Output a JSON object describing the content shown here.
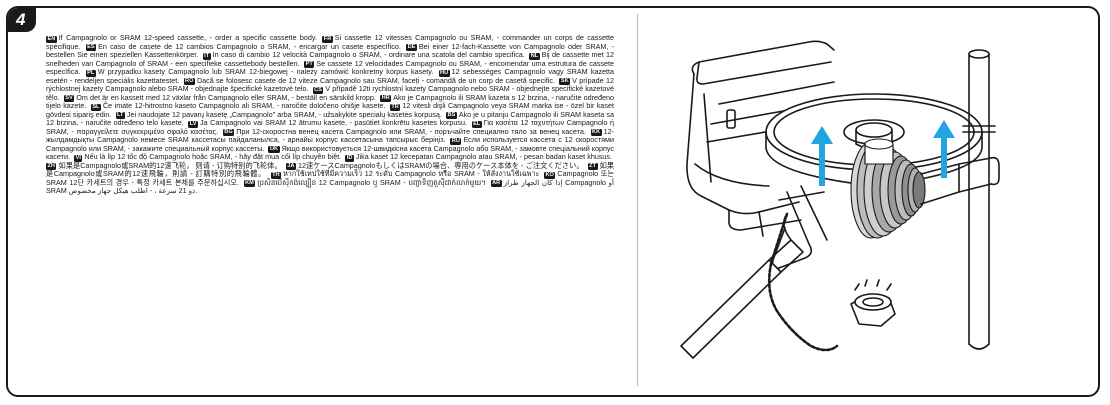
{
  "page": {
    "step_number": "4"
  },
  "instructions": [
    {
      "code": "EN",
      "text": "If Campagnolo or SRAM 12-speed cassette, - order a specific cassette body."
    },
    {
      "code": "FR",
      "text": "Si cassette 12 vitesses Campagnolo ou SRAM, - commander un corps de cassette spécifique."
    },
    {
      "code": "ES",
      "text": "En caso de casete de 12 cambios Campagnolo o SRAM, - encargar un casete específico."
    },
    {
      "code": "DE",
      "text": "Bei einer 12-fach-Kassette von Campagnolo oder SRAM, - bestellen Sie einen speziellen Kassettenkörper."
    },
    {
      "code": "IT",
      "text": "In caso di cambio 12 velocità Campagnolo o SRAM, - ordinare una scatola del cambio specifica."
    },
    {
      "code": "NL",
      "text": "Bij de cassette met 12 snelheden van Campagnolo of SRAM - een specifieke cassettebody bestellen."
    },
    {
      "code": "PT",
      "text": "Se cassete 12 velocidades Campagnolo ou SRAM, - encomendar uma estrutura de cassete específica."
    },
    {
      "code": "PL",
      "text": "W przypadku kasety Campagnolo lub SRAM 12-biegowej - należy zamówić konkretny korpus kasety."
    },
    {
      "code": "HU",
      "text": "12 sebességes Campagnolo vagy SRAM kazetta esetén - rendeljen speciális kazettatestet."
    },
    {
      "code": "RO",
      "text": "Dacă se folosesc casete de 12 viteze Campagnolo sau SRAM, faceți - comandă de un corp de casetă specific."
    },
    {
      "code": "SK",
      "text": "V prípade 12 rýchlostnej kazety Campagnolo alebo SRAM - objednajte špecifické kazetové telo."
    },
    {
      "code": "CS",
      "text": "V případě 12ti rychlostní kazety Campagnolo nebo SRAM - objednejte specifické kazetové tělo."
    },
    {
      "code": "SV",
      "text": "Om det är en kassett med 12 växlar från Campagnolo eller SRAM, - beställ en särskild kropp."
    },
    {
      "code": "HR",
      "text": "Ako je Campagnolo ili SRAM kazeta s 12 brzina, - naručite određeno tijelo kazete."
    },
    {
      "code": "SL",
      "text": "Če imate 12-hitrostno kaseto Campagnolo ali SRAM, - naročite določeno ohišje kasete."
    },
    {
      "code": "TR",
      "text": "12 vitesli dişli Campagnolo veya SRAM marka ise - özel bir kaset gövdesi sipariş edin."
    },
    {
      "code": "LT",
      "text": "Jei naudojate 12 pavarų kasetę „Campagnolo\" arba SRAM, - užsakykite specialų kasetės korpusą."
    },
    {
      "code": "BS",
      "text": "Ako je u pitanju Campagnolo ili SRAM kaseta sa 12 brzina, - naručite određeno telo kasete."
    },
    {
      "code": "LV",
      "text": "Ja Campagnolo vai SRAM 12 ātrumu kasete, - pasūtiet konkrētu kasetes korpusu."
    },
    {
      "code": "EL",
      "text": "Για κασέτα 12 ταχυτήτων Campagnolo ή SRAM, - παραγγείλετε συγκεκριμένο σφαλό κασέτας."
    },
    {
      "code": "BG",
      "text": "При 12-скоростна венец касета Campagnolo или SRAM, - поръчайте специално тяло за венец касета."
    },
    {
      "code": "KK",
      "text": "12-жылдамдықты Campagnolo немесе SRAM кассетасы пайдаланылса, - арнайы корпус кассетасына тапсырыс беріңіз."
    },
    {
      "code": "RU",
      "text": "Если используется кассета с 12 скоростями Campagnolo или SRAM, - закажите специальный корпус кассеты."
    },
    {
      "code": "UK",
      "text": "Якщо використовується 12-швидкісна касета Campagnolo або SRAM, - замовте спеціальний корпус касети."
    },
    {
      "code": "VI",
      "text": "Nếu là líp 12 tốc độ Campagnolo hoặc SRAM, - hãy đặt mua cối líp chuyên biệt."
    },
    {
      "code": "ID",
      "text": "Jika kaset 12 kecepatan Campagnolo atau SRAM, - pesan badan kaset khusus."
    },
    {
      "code": "ZH",
      "text": "如果是Campagnolo或SRAM的12速飞轮， 则请 - 订购特别的飞轮体。"
    },
    {
      "code": "JA",
      "text": "12速ケースCampagnoloもしくはSRAMの場合、専用のケース本体を - ご注文ください。"
    },
    {
      "code": "ZT",
      "text": "如果是Campagnolo或SRAM的12速飛輪，則請 - 訂購特別的飛輪體。"
    },
    {
      "code": "TH",
      "text": "หากใช้เทปใช้ที่มีความเร็ว 12 ระดับ Campagnolo หรือ SRAM - ให้สั่งงานใช้เฉพาะ"
    },
    {
      "code": "KO",
      "text": "Campagnolo 또는 SRAM 12단 카세트의 경우 - 특정 카세트 본체를 주문하십시오."
    },
    {
      "code": "KM",
      "text": "ប្រសិនបើស៊ីកង់ល្បឿន 12 Campagnolo ឬ SRAM - បញ្ជាទិញតួស៊ីជាក់លាក់មួយ។"
    },
    {
      "code": "AR",
      "text": "إذا كان الجهاز طراز Campagnolo أو SRAM ذو 21 سرعة ، - اطلب هيكل جهاز مخصوص."
    }
  ],
  "icons": {
    "illustration": "trainer-cassette-installation",
    "chain_whip": "chain-whip-tool",
    "lockring": "cassette-lockring-tool",
    "arrows": "direction-arrow-up"
  },
  "colors": {
    "arrow": "#1fa6e0",
    "ink": "#1a1a1a",
    "badge": "#1a1a1a"
  }
}
